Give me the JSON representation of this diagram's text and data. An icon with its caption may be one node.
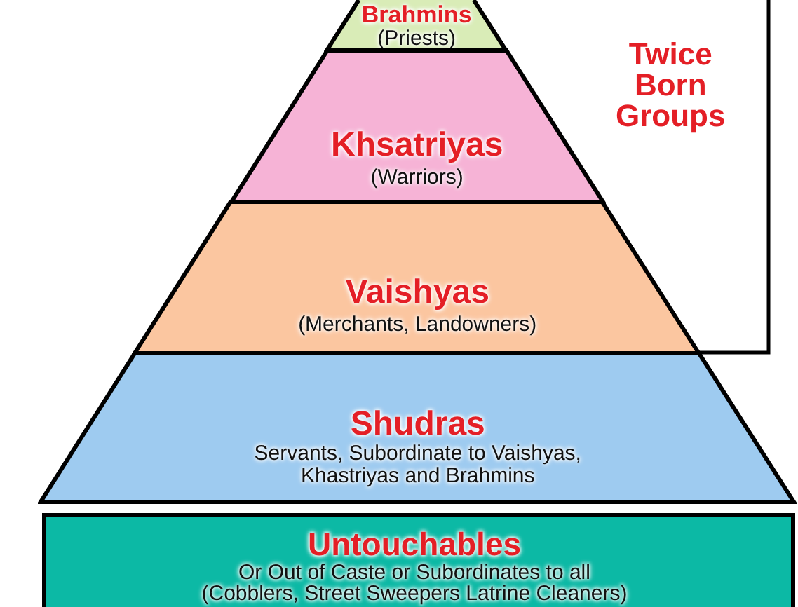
{
  "diagram": {
    "nodes": [
      {
        "text": [
          "Brahmins",
          "(Priests)"
        ]
      },
      {
        "text": [
          "Khsatriyas",
          "(Warriors)"
        ]
      },
      {
        "text": [
          "Vaishyas",
          "(Merchants, Landowners)"
        ]
      },
      {
        "text": [
          "Shudras",
          "Servants, Subordinate to Vaishyas, Khastriyas and Brahmins"
        ]
      },
      {
        "text": [
          "Untouchables",
          "Or Out of Caste or Subordinates to all",
          "(Cobblers, Street Sweepers Latrine Cleaners)"
        ]
      }
    ],
    "labels": [
      "Twice Born Groups"
    ]
  }
}
